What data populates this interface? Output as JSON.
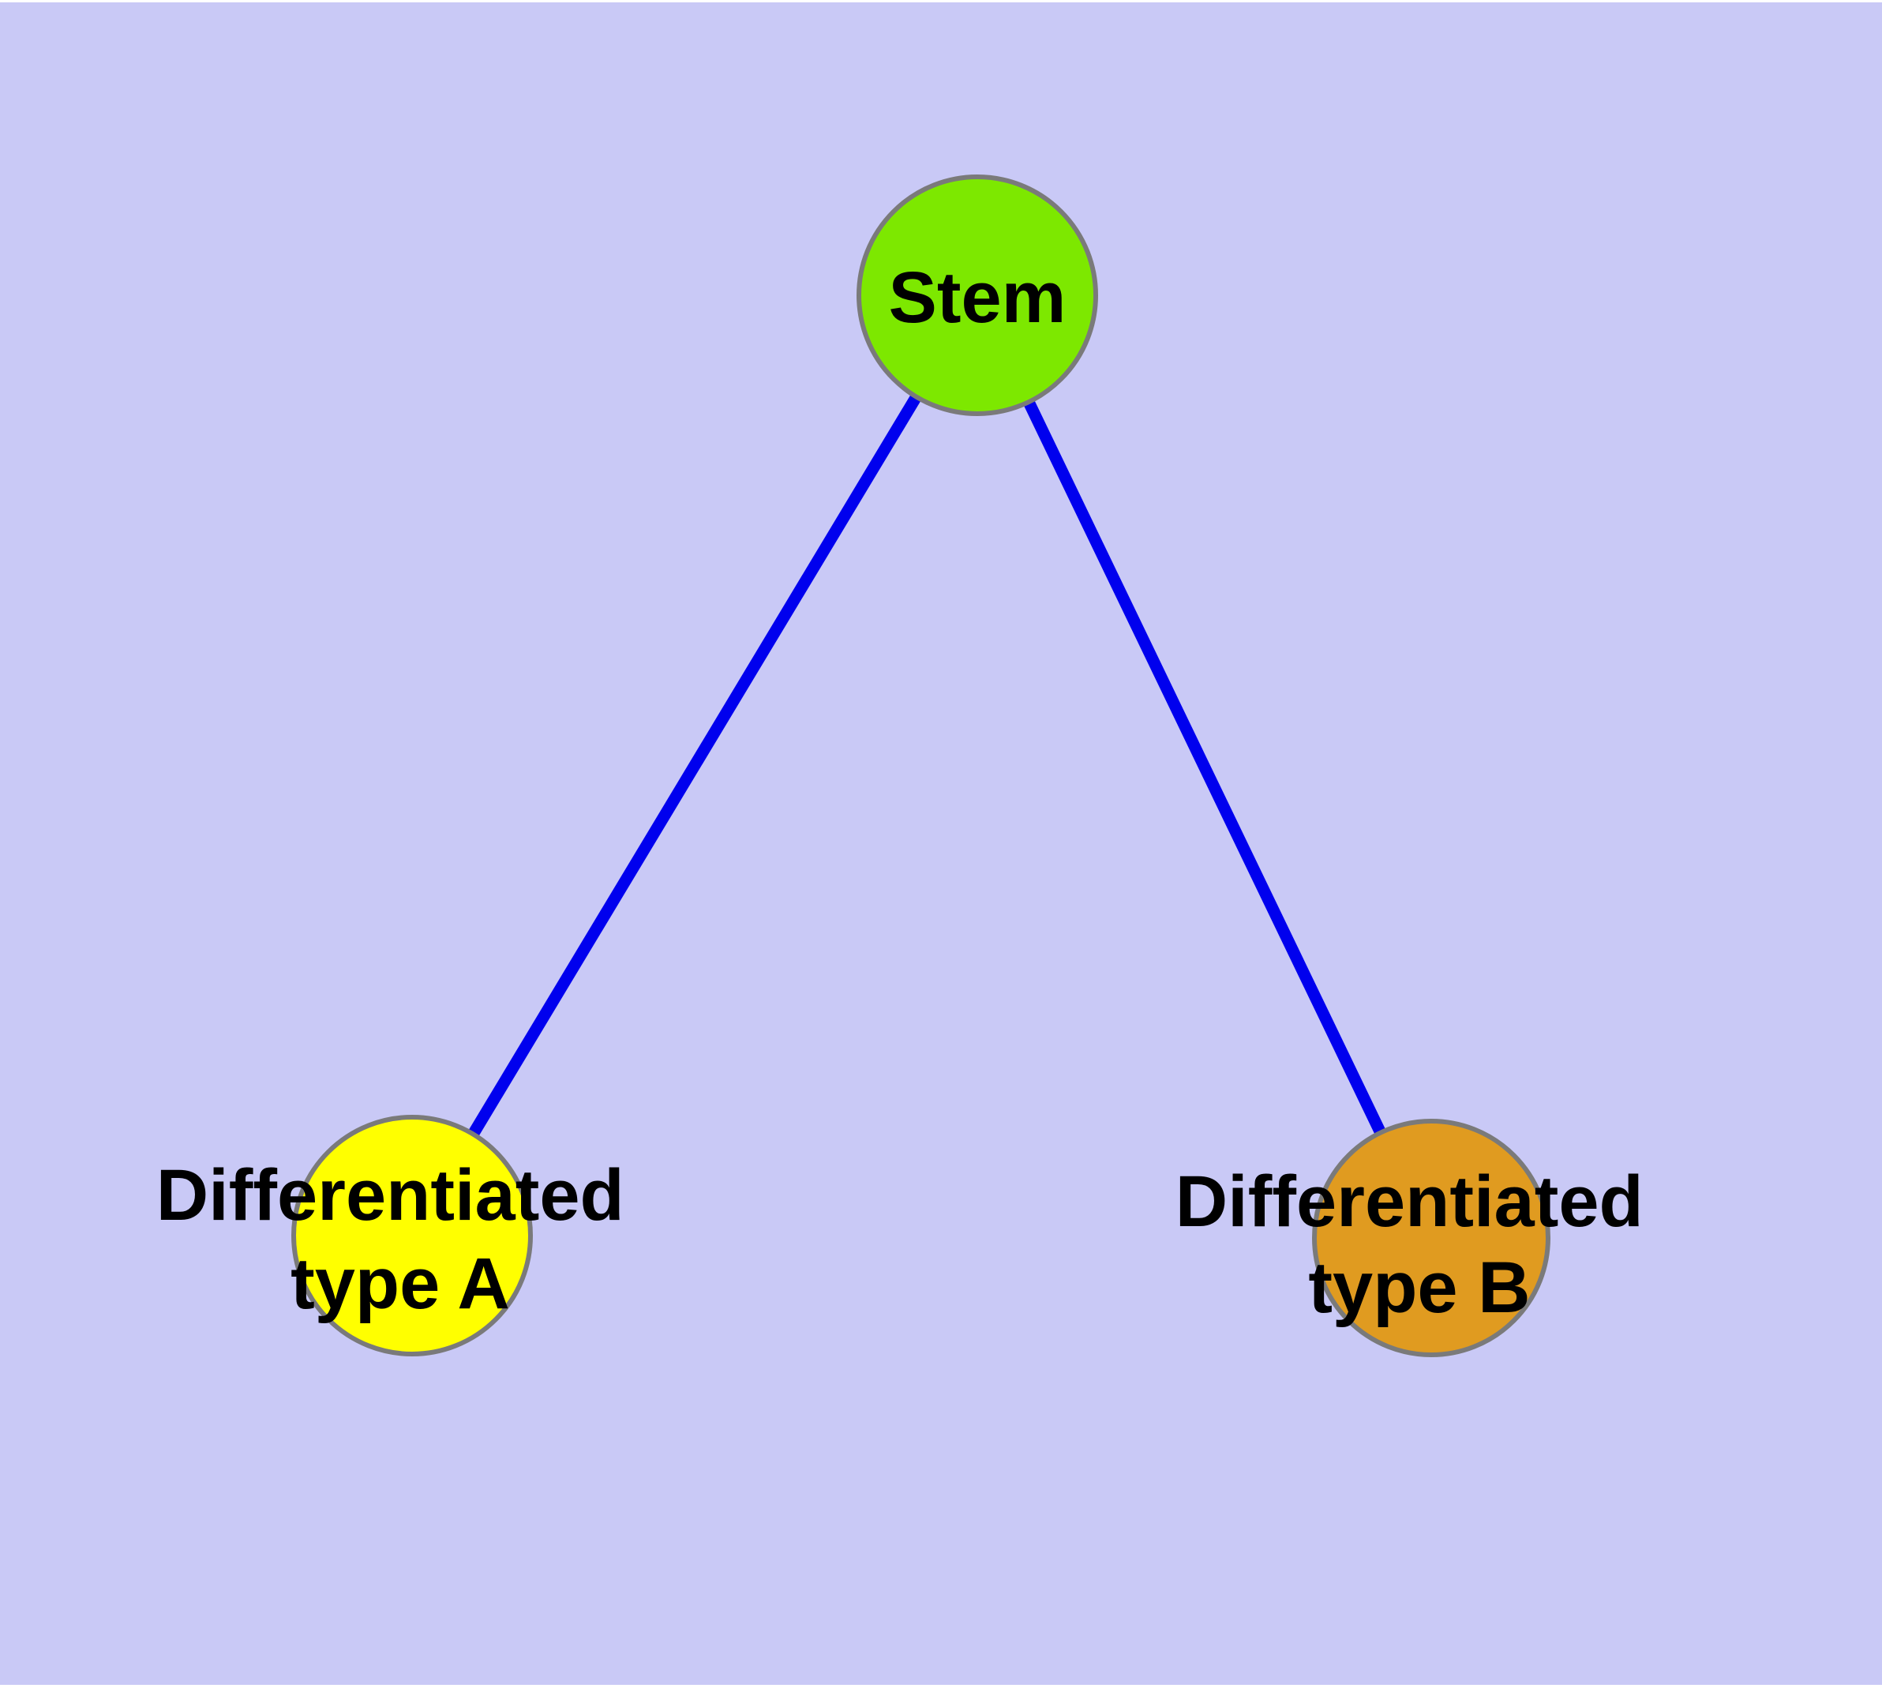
{
  "figure": {
    "type": "graph-diagram",
    "description": "Stem cell differentiation graph",
    "background_color": "#C9C9F6",
    "margin_color": "#FFFFFF",
    "edge_color": "#0000EE",
    "node_border_color": "#7A7A7A",
    "label_color": "#000000",
    "nodes": [
      {
        "id": "stem",
        "label": "Stem",
        "color": "#7DE800"
      },
      {
        "id": "diff-a",
        "label_line1": "Differentiated",
        "label_line2": "type A",
        "color": "#FFFF00"
      },
      {
        "id": "diff-b",
        "label_line1": "Differentiated",
        "label_line2": "type B",
        "color": "#E09B20"
      }
    ],
    "edges": [
      {
        "from": "Stem",
        "to": "Differentiated type A"
      },
      {
        "from": "Stem",
        "to": "Differentiated type B"
      }
    ]
  }
}
